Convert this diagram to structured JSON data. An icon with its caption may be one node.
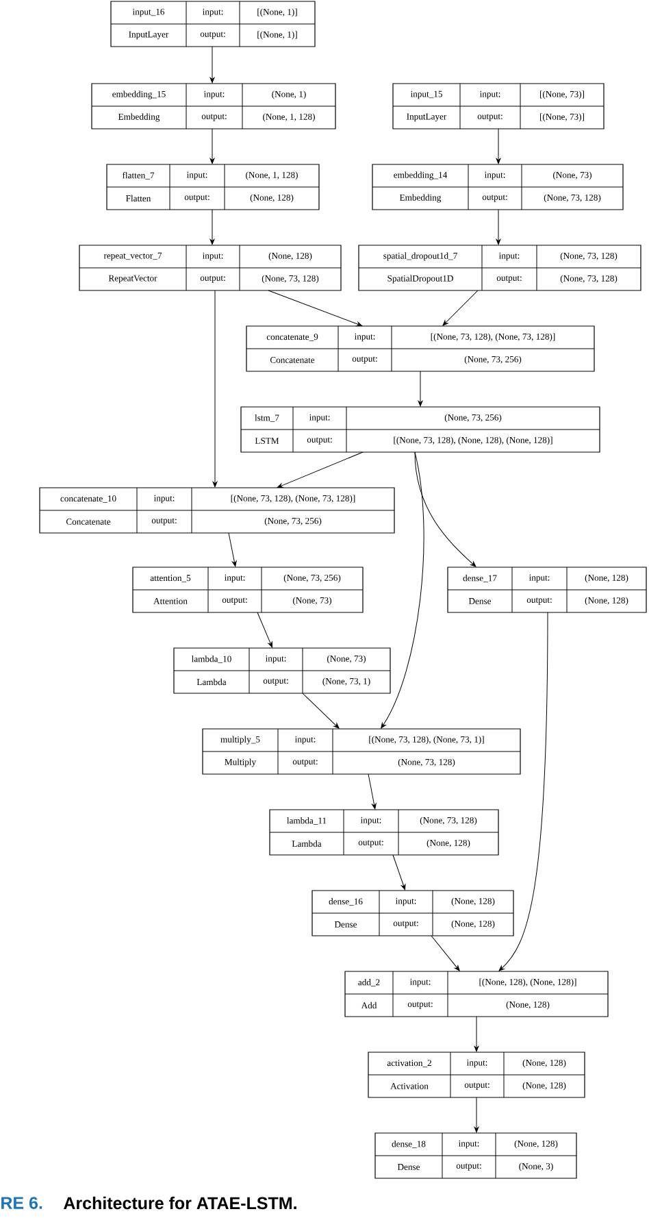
{
  "diagram": {
    "caption": "Architecture for ATAE-LSTM.",
    "labels": [
      "RE 6."
    ],
    "nodes": [
      {
        "text": [
          "input_16",
          "input:",
          "[(None, 1)]",
          "InputLayer",
          "output:",
          "[(None, 1)]"
        ]
      },
      {
        "text": [
          "embedding_15",
          "input:",
          "(None, 1)",
          "Embedding",
          "output:",
          "(None, 1, 128)"
        ]
      },
      {
        "text": [
          "input_15",
          "input:",
          "[(None, 73)]",
          "InputLayer",
          "output:",
          "[(None, 73)]"
        ]
      },
      {
        "text": [
          "flatten_7",
          "input:",
          "(None, 1, 128)",
          "Flatten",
          "output:",
          "(None, 128)"
        ]
      },
      {
        "text": [
          "embedding_14",
          "input:",
          "(None, 73)",
          "Embedding",
          "output:",
          "(None, 73, 128)"
        ]
      },
      {
        "text": [
          "repeat_vector_7",
          "input:",
          "(None, 128)",
          "RepeatVector",
          "output:",
          "(None, 73, 128)"
        ]
      },
      {
        "text": [
          "spatial_dropout1d_7",
          "input:",
          "(None, 73, 128)",
          "SpatialDropout1D",
          "output:",
          "(None, 73, 128)"
        ]
      },
      {
        "text": [
          "concatenate_9",
          "input:",
          "[(None, 73, 128), (None, 73, 128)]",
          "Concatenate",
          "output:",
          "(None, 73, 256)"
        ]
      },
      {
        "text": [
          "lstm_7",
          "input:",
          "(None, 73, 256)",
          "LSTM",
          "output:",
          "[(None, 73, 128), (None, 128), (None, 128)]"
        ]
      },
      {
        "text": [
          "concatenate_10",
          "input:",
          "[(None, 73, 128), (None, 73, 128)]",
          "Concatenate",
          "output:",
          "(None, 73, 256)"
        ]
      },
      {
        "text": [
          "attention_5",
          "input:",
          "(None, 73, 256)",
          "Attention",
          "output:",
          "(None, 73)"
        ]
      },
      {
        "text": [
          "dense_17",
          "input:",
          "(None, 128)",
          "Dense",
          "output:",
          "(None, 128)"
        ]
      },
      {
        "text": [
          "lambda_10",
          "input:",
          "(None, 73)",
          "Lambda",
          "output:",
          "(None, 73, 1)"
        ]
      },
      {
        "text": [
          "multiply_5",
          "input:",
          "[(None, 73, 128), (None, 73, 1)]",
          "Multiply",
          "output:",
          "(None, 73, 128)"
        ]
      },
      {
        "text": [
          "lambda_11",
          "input:",
          "(None, 73, 128)",
          "Lambda",
          "output:",
          "(None, 128)"
        ]
      },
      {
        "text": [
          "dense_16",
          "input:",
          "(None, 128)",
          "Dense",
          "output:",
          "(None, 128)"
        ]
      },
      {
        "text": [
          "add_2",
          "input:",
          "[(None, 128), (None, 128)]",
          "Add",
          "output:",
          "(None, 128)"
        ]
      },
      {
        "text": [
          "activation_2",
          "input:",
          "(None, 128)",
          "Activation",
          "output:",
          "(None, 128)"
        ]
      },
      {
        "text": [
          "dense_18",
          "input:",
          "(None, 128)",
          "Dense",
          "output:",
          "(None, 3)"
        ]
      }
    ],
    "edges": [
      {
        "from": 0,
        "to": 1,
        "arrow": "to"
      },
      {
        "from": 1,
        "to": 3,
        "arrow": "to"
      },
      {
        "from": 3,
        "to": 5,
        "arrow": "to"
      },
      {
        "from": 2,
        "to": 4,
        "arrow": "to"
      },
      {
        "from": 4,
        "to": 6,
        "arrow": "to"
      },
      {
        "from": 5,
        "to": 7,
        "arrow": "to"
      },
      {
        "from": 6,
        "to": 7,
        "arrow": "to"
      },
      {
        "from": 7,
        "to": 8,
        "arrow": "to"
      },
      {
        "from": 5,
        "to": 9,
        "arrow": "to"
      },
      {
        "from": 8,
        "to": 9,
        "arrow": "to"
      },
      {
        "from": 8,
        "to": 11,
        "arrow": "to"
      },
      {
        "from": 8,
        "to": 13,
        "arrow": "to"
      },
      {
        "from": 9,
        "to": 10,
        "arrow": "to"
      },
      {
        "from": 10,
        "to": 12,
        "arrow": "to"
      },
      {
        "from": 12,
        "to": 13,
        "arrow": "to"
      },
      {
        "from": 13,
        "to": 14,
        "arrow": "to"
      },
      {
        "from": 14,
        "to": 15,
        "arrow": "to"
      },
      {
        "from": 15,
        "to": 16,
        "arrow": "to"
      },
      {
        "from": 11,
        "to": 16,
        "arrow": "to"
      },
      {
        "from": 16,
        "to": 17,
        "arrow": "to"
      },
      {
        "from": 17,
        "to": 18,
        "arrow": "to"
      }
    ]
  }
}
